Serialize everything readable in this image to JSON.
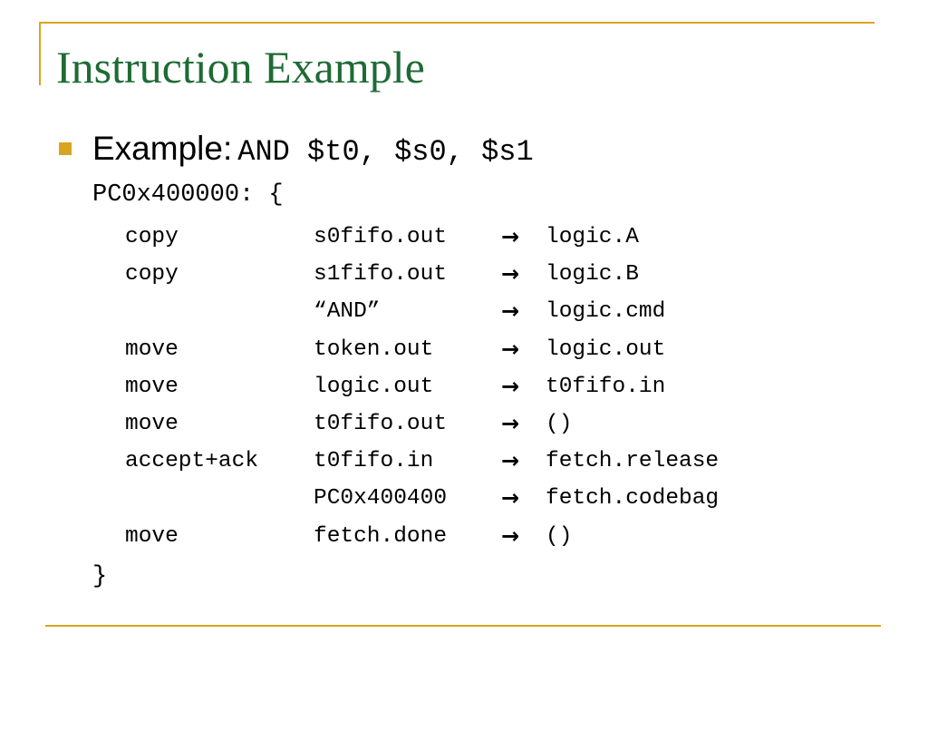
{
  "slide": {
    "title": "Instruction Example",
    "example_label": "Example:",
    "example_code": "AND $t0, $s0, $s1",
    "pc_line": "PC0x400000: {",
    "closing": "}",
    "accent_color": "#d9a521",
    "title_color": "#1e6b35",
    "arrow_icon": "right-arrow",
    "rows": [
      {
        "op": "copy",
        "src": "s0fifo.out",
        "arrow": "→",
        "dst": "logic.A"
      },
      {
        "op": "copy",
        "src": "s1fifo.out",
        "arrow": "→",
        "dst": "logic.B"
      },
      {
        "op": "",
        "src": "“AND”",
        "arrow": "→",
        "dst": "logic.cmd"
      },
      {
        "op": "move",
        "src": "token.out",
        "arrow": "→",
        "dst": "logic.out"
      },
      {
        "op": "move",
        "src": "logic.out",
        "arrow": "→",
        "dst": "t0fifo.in"
      },
      {
        "op": "move",
        "src": "t0fifo.out",
        "arrow": "→",
        "dst": "()"
      },
      {
        "op": "accept+ack",
        "src": "t0fifo.in",
        "arrow": "→",
        "dst": "fetch.release"
      },
      {
        "op": "",
        "src": "PC0x400400",
        "arrow": "→",
        "dst": "fetch.codebag"
      },
      {
        "op": "move",
        "src": "fetch.done",
        "arrow": "→",
        "dst": "()"
      }
    ]
  }
}
